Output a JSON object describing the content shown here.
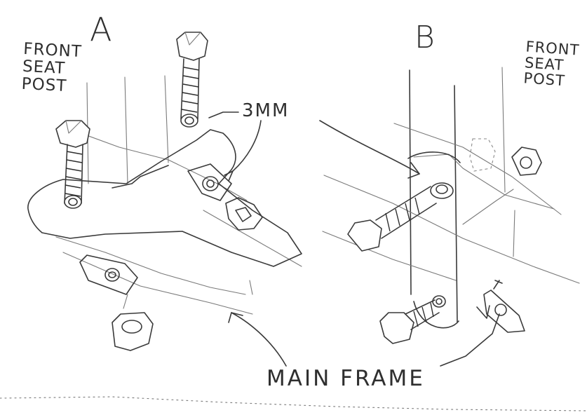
{
  "labels": {
    "view_a": "A",
    "view_b": "B",
    "front_seat_post_a": "FRONT\nSEAT\nPOST",
    "front_seat_post_b": "FRONT\nSEAT\nPOST",
    "measurement": "3MM",
    "main_frame": "MAIN FRAME"
  }
}
